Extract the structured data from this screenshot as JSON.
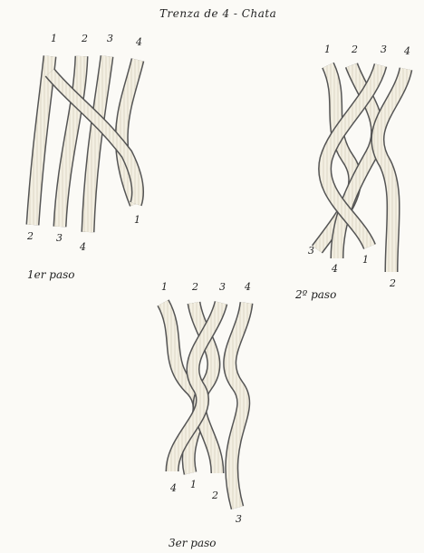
{
  "title": "Trenza de 4 - Chata",
  "steps": [
    {
      "caption": "1er paso",
      "top_numbers": [
        "1",
        "2",
        "3",
        "4"
      ],
      "bottom_numbers": [
        "2",
        "3",
        "4",
        "1"
      ]
    },
    {
      "caption": "2º paso",
      "top_numbers": [
        "1",
        "2",
        "3",
        "4"
      ],
      "bottom_numbers": [
        "3",
        "4",
        "1",
        "2"
      ]
    },
    {
      "caption": "3er paso",
      "top_numbers": [
        "1",
        "2",
        "3",
        "4"
      ],
      "bottom_numbers": [
        "4",
        "1",
        "2",
        "3"
      ]
    }
  ]
}
